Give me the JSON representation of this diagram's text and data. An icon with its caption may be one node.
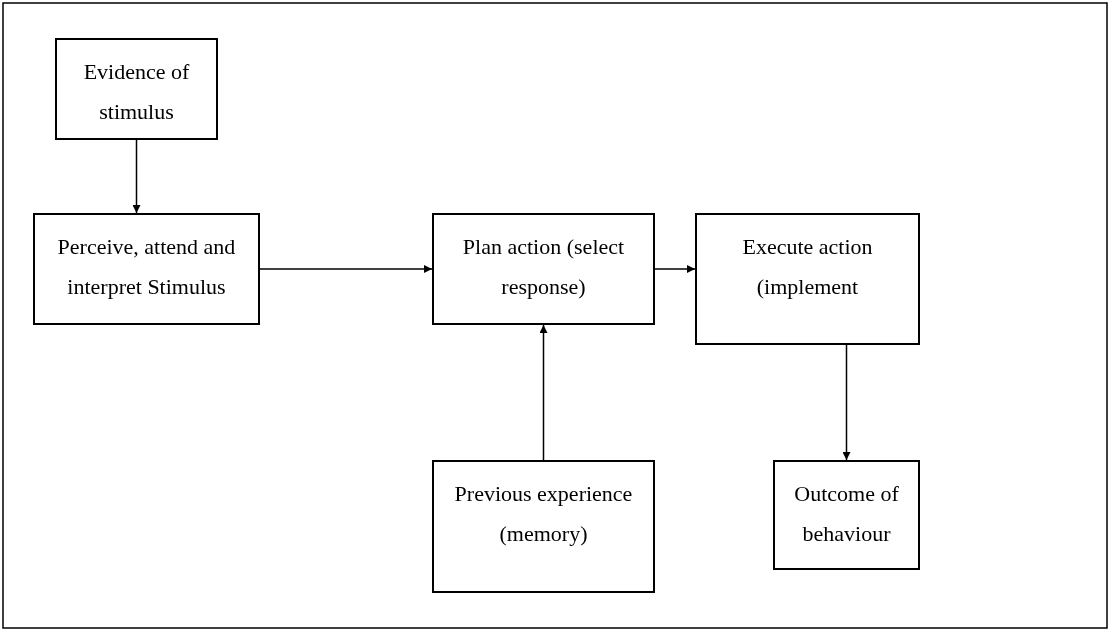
{
  "diagram": {
    "nodes": [
      {
        "text": [
          "Evidence of stimulus"
        ]
      },
      {
        "text": [
          "Perceive, attend and interpret Stimulus"
        ]
      },
      {
        "text": [
          "Plan action (select response)"
        ]
      },
      {
        "text": [
          "Execute action (implement"
        ]
      },
      {
        "text": [
          "Previous experience (memory)"
        ]
      },
      {
        "text": [
          "Outcome of behaviour"
        ]
      }
    ],
    "edges": [
      {
        "from": 0,
        "to": 1,
        "arrow": "to"
      },
      {
        "from": 1,
        "to": 2,
        "arrow": "to"
      },
      {
        "from": 4,
        "to": 2,
        "arrow": "to"
      },
      {
        "from": 2,
        "to": 3,
        "arrow": "to"
      },
      {
        "from": 3,
        "to": 5,
        "arrow": "to"
      }
    ]
  }
}
